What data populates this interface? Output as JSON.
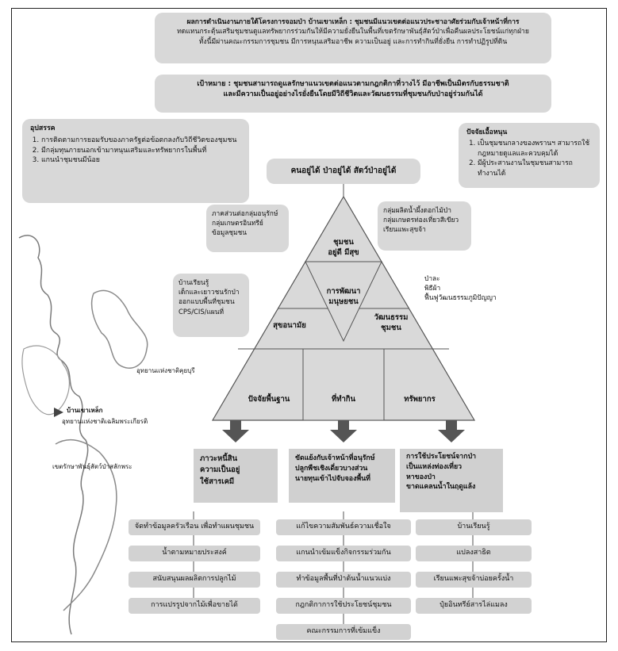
{
  "top_box": {
    "line1": "ผลการดำเนินงานภายใต้โครงการจอมป่า บ้านเขาเหล็ก : ชุมชนมีแนวเขตต่อแนวประชาอาศัยร่วมกับเจ้าหน้าที่การ",
    "line2": "ทดแทนกระตุ้นเสริมชุมชนดูแลทรัพยากรร่วมกันให้มีความยั่งยืนในพื้นที่เขตรักษาพันธุ์สัตว์ป่าเพื่อคืนผลประโยชน์แก่ทุกฝ่าย",
    "line3": "ทั้งนี้มีผ่านคณะกรรมการชุมชน มีการหนุนเสริมอาชีพ ความเป็นอยู่ และการทำกินที่ยั่งยืน การทำปฏิรูปที่ดิน"
  },
  "goal_box": {
    "line1": "เป้าหมาย : ชุมชนสามารถดูแลรักษาแนวเขตต่อแนวตามกฎกติกาที่วางไว้ มีอาชีพเป็นมิตรกับธรรมชาติ",
    "line2": "และมีความเป็นอยู่อย่างไรยั่งยืนโดยมีวิถีชีวิตและวัฒนธรรมที่ชุมชนกับป่าอยู่ร่วมกันได้"
  },
  "obstacles": {
    "title": "อุปสรรค",
    "items": [
      "การติดตามการยอมรับของภาครัฐต่อข้อตกลงกับวิถีชีวิตของชุมชน",
      "มีกลุ่มทุนภายนอกเข้ามาหนุนเสริมและทรัพยากรในพื้นที่",
      "แกนนำชุมชนมีน้อย"
    ]
  },
  "success": {
    "title": "ปัจจัยเอื้อหนุน",
    "items": [
      "เป็นชุมชนกลางของพรานฯ สามารถใช้กฎหมายดูแลและควบคุมได้",
      "มีผู้ประสานงานในชุมชนสามารถทำงานได้"
    ]
  },
  "apex_box": "คนอยู่ได้ ป่าอยู่ได้ สัตว์ป่าอยู่ได้",
  "left_note_top": [
    "ภาคส่วนต่อกลุ่มอนุรักษ์",
    "กลุ่มเกษตรอินทรีย์",
    "ข้อมูลชุมชน"
  ],
  "left_note_mid": [
    "บ้านเรียนรู้",
    "เด็กและเยาวชนรักป่า",
    "ออกแบบพื้นที่ชุมชน",
    "CPS/CIS/แผนที่"
  ],
  "right_note_top": [
    "กลุ่มผลิตน้ำผึ้งดอกไม้ป่า",
    "กลุ่มเกษตรท่องเที่ยวสีเขียว",
    "เรียนแพะสุขจ้า"
  ],
  "right_note_mid": [
    "ป่าละ",
    "พิธีผ้า",
    "ฟื้นฟูวัฒนธรรมภูมิปัญญา"
  ],
  "triangle": {
    "top": [
      "ชุมชน",
      "อยู่ดี มีสุข"
    ],
    "center": [
      "การพัฒนา",
      "มนุษยชน"
    ],
    "left": "สุขอนามัย",
    "right": [
      "วัฒนธรรม",
      "ชุมชน"
    ],
    "base_left": "ปัจจัยพื้นฐาน",
    "base_mid": "ที่ทำกิน",
    "base_right": "ทรัพยากร"
  },
  "outputs": [
    {
      "heading": [
        "ภาวะหนี้สิน",
        "ความเป็นอยู่",
        "ใช้สารเคมี"
      ],
      "items": [
        "จัดทำข้อมูลครัวเรือน เพื่อทำแผนชุมชน",
        "น้ำตามหมายประสงค์",
        "สนับสนุนผลผลิตการปลูกไม้",
        "การแปรรูปจากไม้เพื่อขายได้"
      ]
    },
    {
      "heading": [
        "ขัดแย้งกับเจ้าหน้าที่อนุรักษ์",
        "ปลูกพืชเชิงเดี่ยวบางส่วน",
        "นายทุนเข้าไปจับจองพื้นที่"
      ],
      "items": [
        "แก้ไขความสัมพันธ์ความเชื่อใจ",
        "แกนนำเข้มแข็งกิจกรรมร่วมกัน",
        "ทำข้อมูลพื้นที่ป่าต้นน้ำแนวแบ่ง",
        "กฎกติกาการใช้ประโยชน์ชุมชน",
        "คณะกรรมการที่เข้มแข็ง"
      ]
    },
    {
      "heading": [
        "การใช้ประโยชน์จากป่า",
        "เป็นแหล่งท่องเที่ยว",
        "หาของป่า",
        "ขาดแคลนน้ำในฤดูแล้ง"
      ],
      "items": [
        "บ้านเรียนรู้",
        "แปลงสาธิต",
        "เรียนแพะสุขจ้าบ่อยครั้งน้ำ",
        "ปุ๋ยอินทรีย์สารไล่แมลง"
      ]
    }
  ],
  "map_labels": {
    "park": "อุทยานแห่งชาติคุยบุรี",
    "village": "บ้านเขาเหล็ก",
    "sanctuary": "อุทยานแห่งชาติเฉลิมพระเกียรติ",
    "wildlife": "เขตรักษาพันธุ์สัตว์ป่าสลักพระ"
  }
}
